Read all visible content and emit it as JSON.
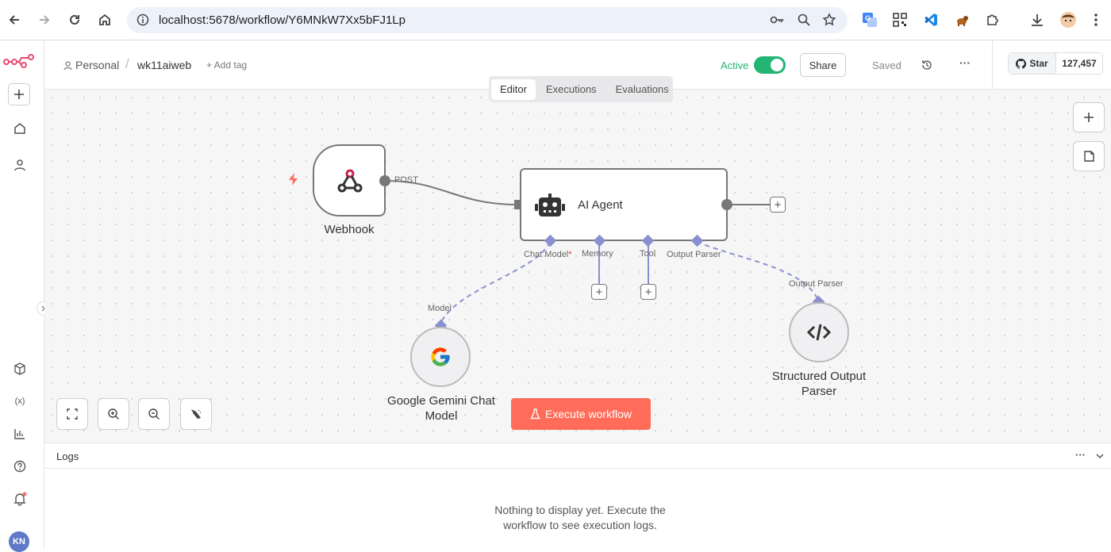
{
  "browser": {
    "url": "localhost:5678/workflow/Y6MNkW7Xx5bFJ1Lp"
  },
  "header": {
    "project": "Personal",
    "separator": "/",
    "workflow_name": "wk11aiweb",
    "add_tag": "+ Add tag",
    "active_label": "Active",
    "share_label": "Share",
    "saved_label": "Saved",
    "more_label": "···",
    "github_star": "Star",
    "github_count": "127,457"
  },
  "tabs": [
    {
      "label": "Editor",
      "active": true
    },
    {
      "label": "Executions",
      "active": false
    },
    {
      "label": "Evaluations",
      "active": false
    }
  ],
  "nodes": {
    "webhook": {
      "label": "Webhook",
      "output_label": "POST"
    },
    "agent": {
      "label": "AI Agent",
      "ports": [
        "Chat Model",
        "Memory",
        "Tool",
        "Output Parser"
      ],
      "required_mark": "*"
    },
    "gemini": {
      "label_line1": "Google Gemini Chat",
      "label_line2": "Model",
      "port": "Model"
    },
    "parser": {
      "label_line1": "Structured Output",
      "label_line2": "Parser",
      "port": "Output Parser"
    }
  },
  "execute_button": "Execute workflow",
  "logs": {
    "title": "Logs",
    "empty_line1": "Nothing to display yet. Execute the",
    "empty_line2": "workflow to see execution logs.",
    "user_initials": "KN"
  },
  "colors": {
    "accent": "#ff6d5a",
    "active_green": "#22b573",
    "connector": "#8a8fd0"
  }
}
